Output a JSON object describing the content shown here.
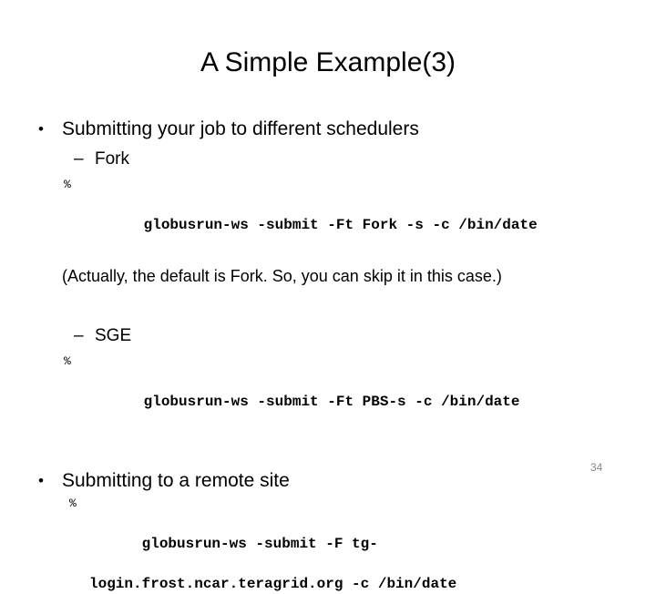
{
  "slide": {
    "title": "A Simple Example(3)",
    "page_number": "34",
    "bullet_glyph": "•",
    "dash_glyph": "–",
    "prompt_glyph": "%",
    "sections": {
      "schedulers": {
        "heading": "Submitting your job to different schedulers",
        "fork": {
          "label": "Fork",
          "command": "globusrun-ws -submit -Ft Fork -s -c /bin/date",
          "note": "(Actually, the default is Fork. So, you can skip it in this case.)"
        },
        "sge": {
          "label": "SGE",
          "command": "globusrun-ws -submit -Ft PBS-s -c /bin/date"
        }
      },
      "remote": {
        "heading": "Submitting to a remote site",
        "command_line1": "globusrun-ws -submit -F tg-",
        "command_line2": "login.frost.ncar.teragrid.org -c /bin/date"
      }
    }
  }
}
